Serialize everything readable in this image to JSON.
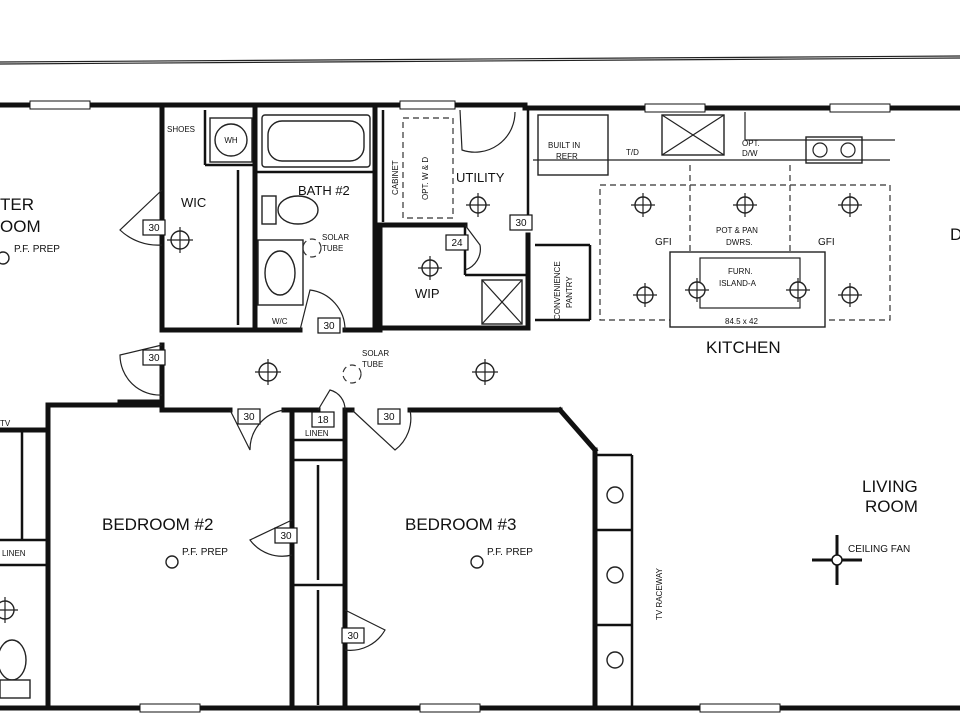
{
  "rooms": {
    "master_room": "TER\nOOM",
    "master_prep": "P.F. PREP",
    "wic": "WIC",
    "shoes": "SHOES",
    "wh": "WH",
    "bath2": "BATH #2",
    "solar_tube_1": "SOLAR\nTUBE",
    "solar_tube_2": "SOLAR\nTUBE",
    "cabinet": "CABINET",
    "opt_wd": "OPT. W & D",
    "utility": "UTILITY",
    "wip": "WIP",
    "convenience_pantry": "CONVENIENCE\nPANTRY",
    "built_in_refr": "BUILT IN\nREFR",
    "td": "T/D",
    "opt_dw": "OPT.\nD/W",
    "gfi_left": "GFI",
    "gfi_right": "GFI",
    "pot_pan": "POT & PAN\nDWRS.",
    "furn_island": "FURN.\nISLAND-A",
    "island_size": "84.5 x 42",
    "kitchen": "KITCHEN",
    "living_room": "LIVING\nROOM",
    "ceiling_fan": "CEILING FAN",
    "tv_raceway": "TV RACEWAY",
    "bedroom2": "BEDROOM #2",
    "bedroom2_prep": "P.F. PREP",
    "bedroom3": "BEDROOM #3",
    "bedroom3_prep": "P.F. PREP",
    "linen_left": "LINEN",
    "linen_mid": "LINEN",
    "tv_left": "TV",
    "wic_small": "W/C",
    "d_right": "D"
  },
  "door_tags": [
    {
      "id": "wic",
      "value": "30"
    },
    {
      "id": "hall-left",
      "value": "30"
    },
    {
      "id": "bath",
      "value": "30"
    },
    {
      "id": "wip",
      "value": "24"
    },
    {
      "id": "utility",
      "value": "30"
    },
    {
      "id": "bed2-door",
      "value": "30"
    },
    {
      "id": "linen",
      "value": "18"
    },
    {
      "id": "bed3-door",
      "value": "30"
    },
    {
      "id": "bed2-closet",
      "value": "30"
    },
    {
      "id": "bed3-closet",
      "value": "30"
    }
  ]
}
